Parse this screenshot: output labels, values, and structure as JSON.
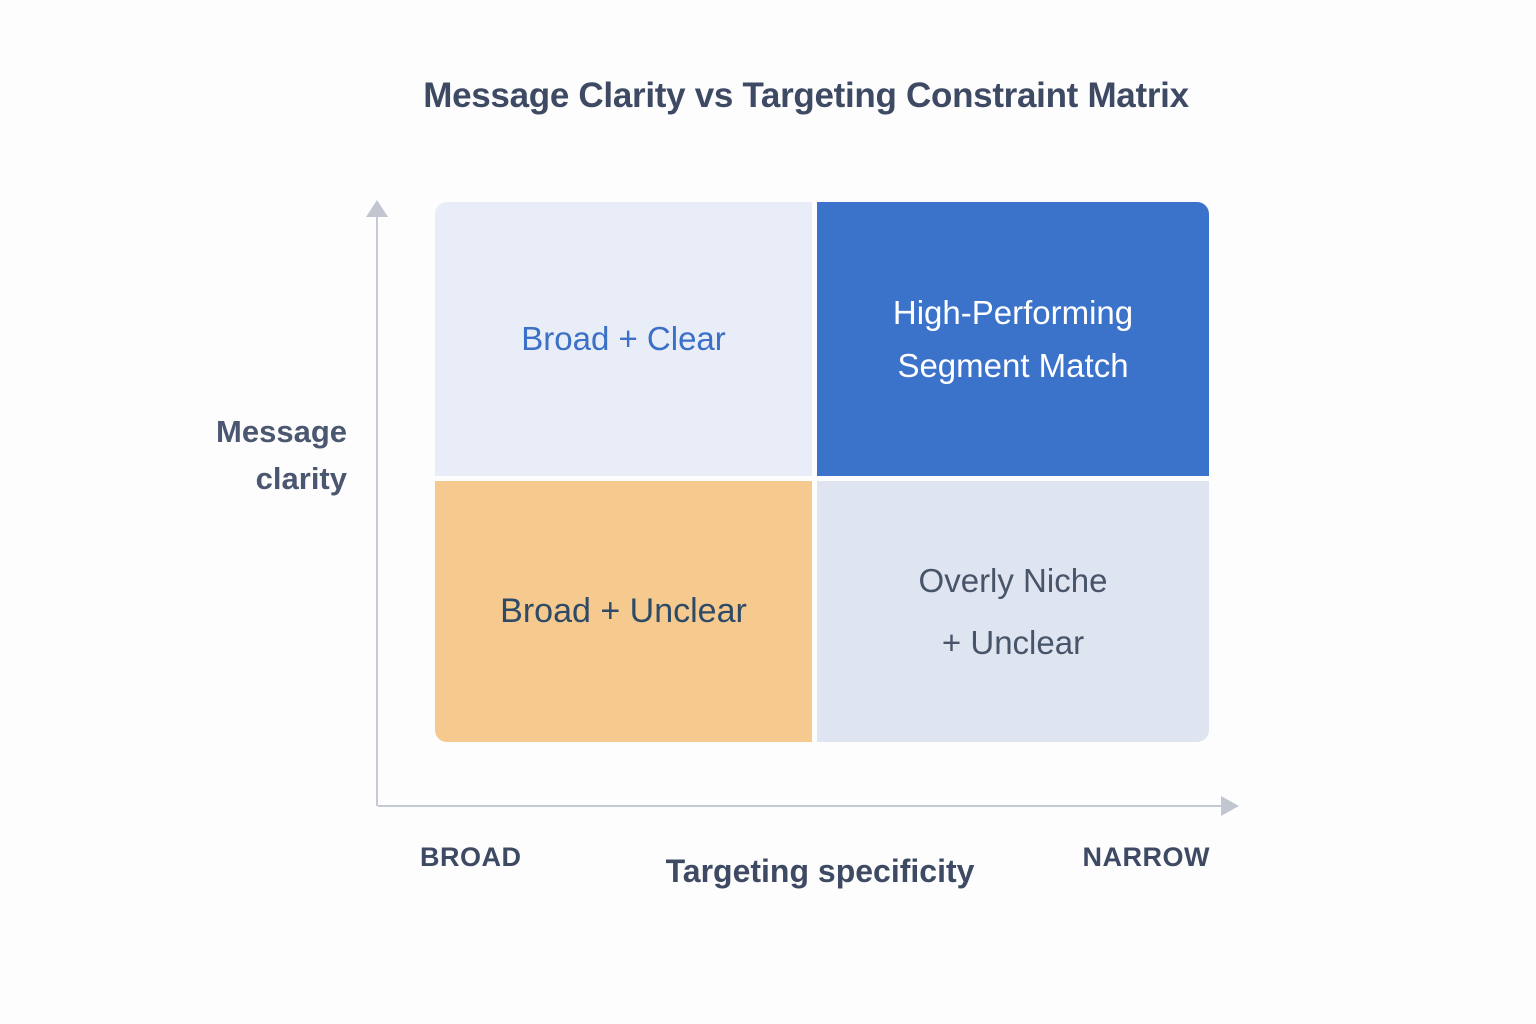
{
  "title": "Message Clarity vs Targeting Constraint Matrix",
  "matrix": {
    "quadrants": {
      "top_left": {
        "label": "Broad + Clear",
        "bg": "#e8edf8",
        "text_color": "#3a70c6"
      },
      "top_right": {
        "label": "High-Performing Segment Match",
        "line1": "High-Performing",
        "line2": "Segment Match",
        "bg": "#3b73ca",
        "text_color": "#ffffff"
      },
      "bottom_left": {
        "label": "Broad + Unclear",
        "bg": "#f6ca8e",
        "text_color": "#2e4a66"
      },
      "bottom_right": {
        "label": "Overly Niche + Unclear",
        "line1": "Overly Niche",
        "line2": "+ Unclear",
        "bg": "#dfe5f0",
        "text_color": "#475469"
      }
    }
  },
  "y_axis": {
    "label": "Message clarity",
    "line1": "Message",
    "line2": "clarity"
  },
  "x_axis": {
    "label": "Targeting specificity",
    "left_end": "BROAD",
    "right_end": "NARROW"
  },
  "colors": {
    "background": "#fdfdfe",
    "axis": "#c5c9d3",
    "heading_text": "#3e4a63"
  }
}
